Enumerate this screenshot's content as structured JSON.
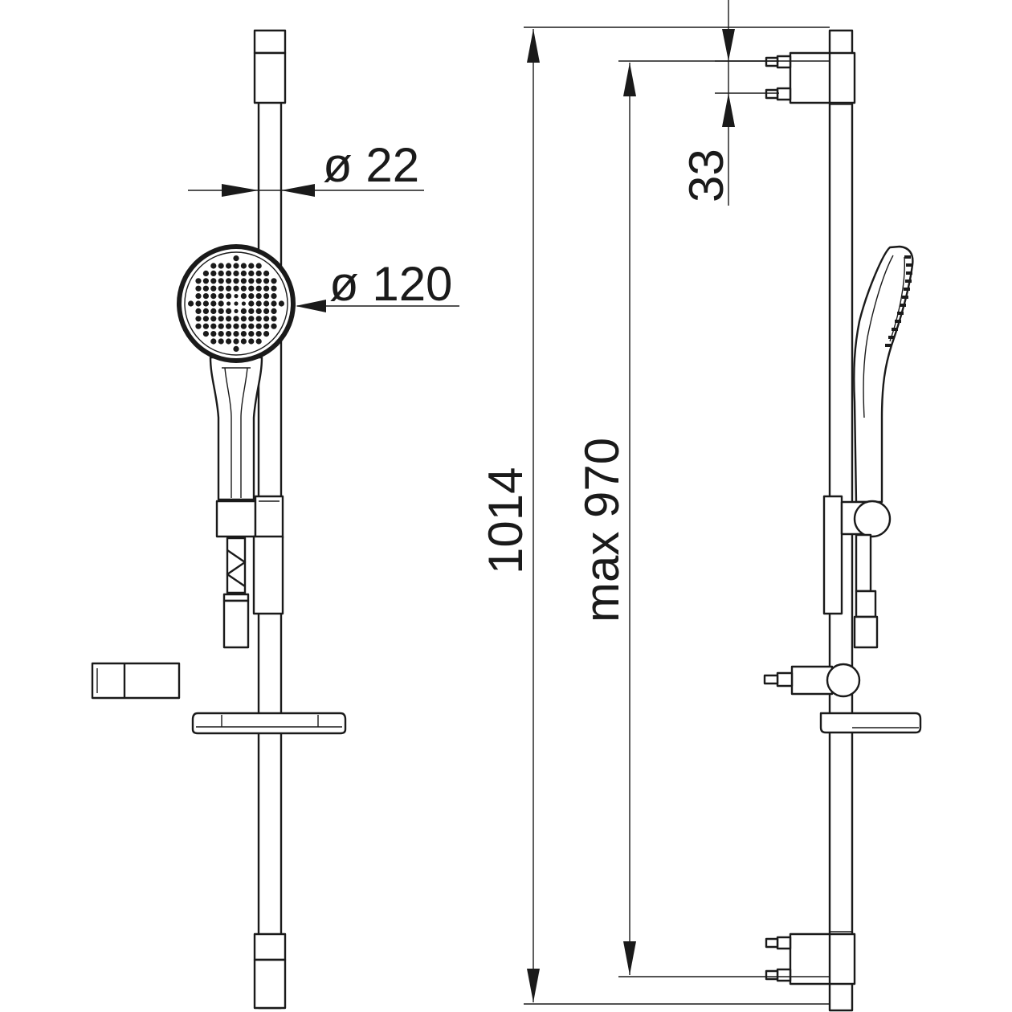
{
  "drawing": {
    "dimensions": {
      "rail_diameter": "ø 22",
      "shower_head_diameter": "ø 120",
      "total_length": "1014",
      "bracket_spacing": "max 970",
      "inlet_offset": "33"
    }
  }
}
